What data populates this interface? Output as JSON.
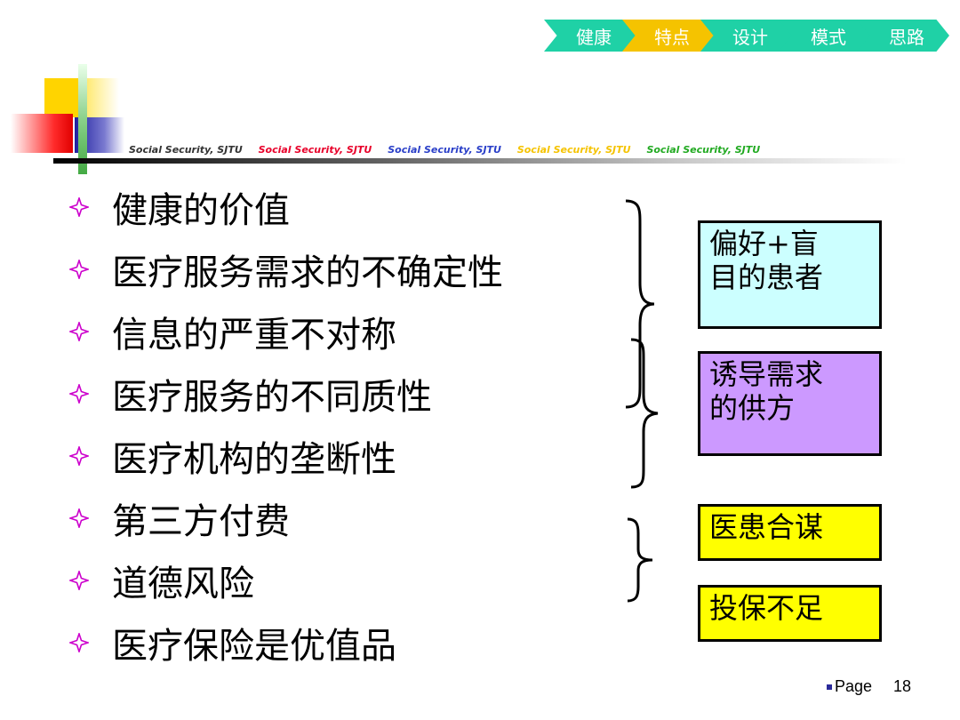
{
  "nav": {
    "tabs": [
      {
        "label": "健康",
        "color": "#1fd1a6",
        "active": false
      },
      {
        "label": "特点",
        "color": "#f5c300",
        "active": true
      },
      {
        "label": "设计",
        "color": "#1fd1a6",
        "active": false
      },
      {
        "label": "模式",
        "color": "#1fd1a6",
        "active": false
      },
      {
        "label": "思路",
        "color": "#1fd1a6",
        "active": false
      }
    ]
  },
  "strip": {
    "items": [
      {
        "text": "Social Security, SJTU",
        "color": "#333333"
      },
      {
        "text": "Social Security, SJTU",
        "color": "#e8002a"
      },
      {
        "text": "Social Security, SJTU",
        "color": "#2a3fc8"
      },
      {
        "text": "Social Security, SJTU",
        "color": "#f5c300"
      },
      {
        "text": "Social Security, SJTU",
        "color": "#22aa22"
      }
    ]
  },
  "bullets": {
    "icon": "four-point-star-icon",
    "icon_color": "#cc00cc",
    "items": [
      "健康的价值",
      "医疗服务需求的不确定性",
      "信息的严重不对称",
      "医疗服务的不同质性",
      "医疗机构的垄断性",
      "第三方付费",
      "道德风险",
      "医疗保险是优值品"
    ]
  },
  "boxes": {
    "patient": {
      "line1": "偏好+盲",
      "line2": "目的患者",
      "color": "#ccffff"
    },
    "supplier": {
      "line1": "诱导需求",
      "line2": "的供方",
      "color": "#cc99ff"
    },
    "collusion": {
      "text": "医患合谋",
      "color": "#ffff00"
    },
    "underinsured": {
      "text": "投保不足",
      "color": "#ffff00"
    }
  },
  "footer": {
    "page_label": "Page",
    "page_number": "18"
  }
}
